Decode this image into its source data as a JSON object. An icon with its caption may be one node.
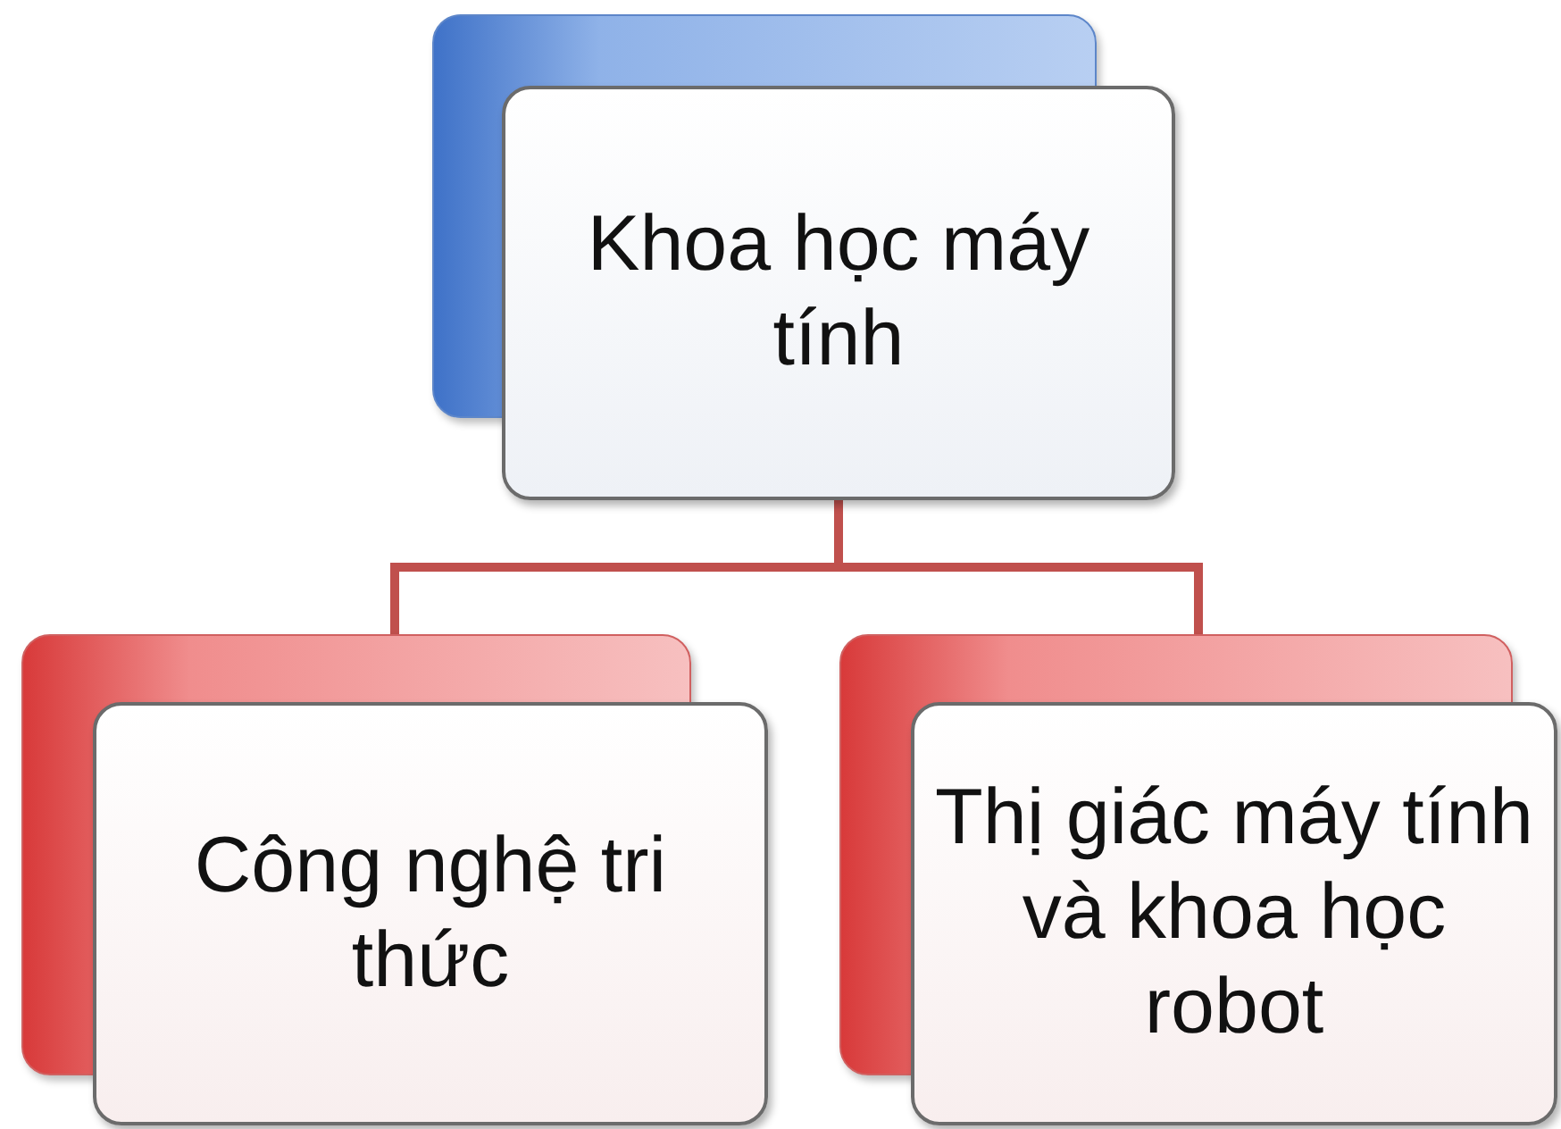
{
  "diagram": {
    "nodes": [
      {
        "text": [
          "Khoa học máy tính"
        ]
      },
      {
        "text": [
          "Công nghệ tri thức"
        ]
      },
      {
        "text": [
          "Thị giác máy tính và khoa học robot"
        ]
      }
    ],
    "edges": [
      {
        "from": 0,
        "to": 1,
        "arrow": "none"
      },
      {
        "from": 0,
        "to": 2,
        "arrow": "none"
      }
    ]
  }
}
